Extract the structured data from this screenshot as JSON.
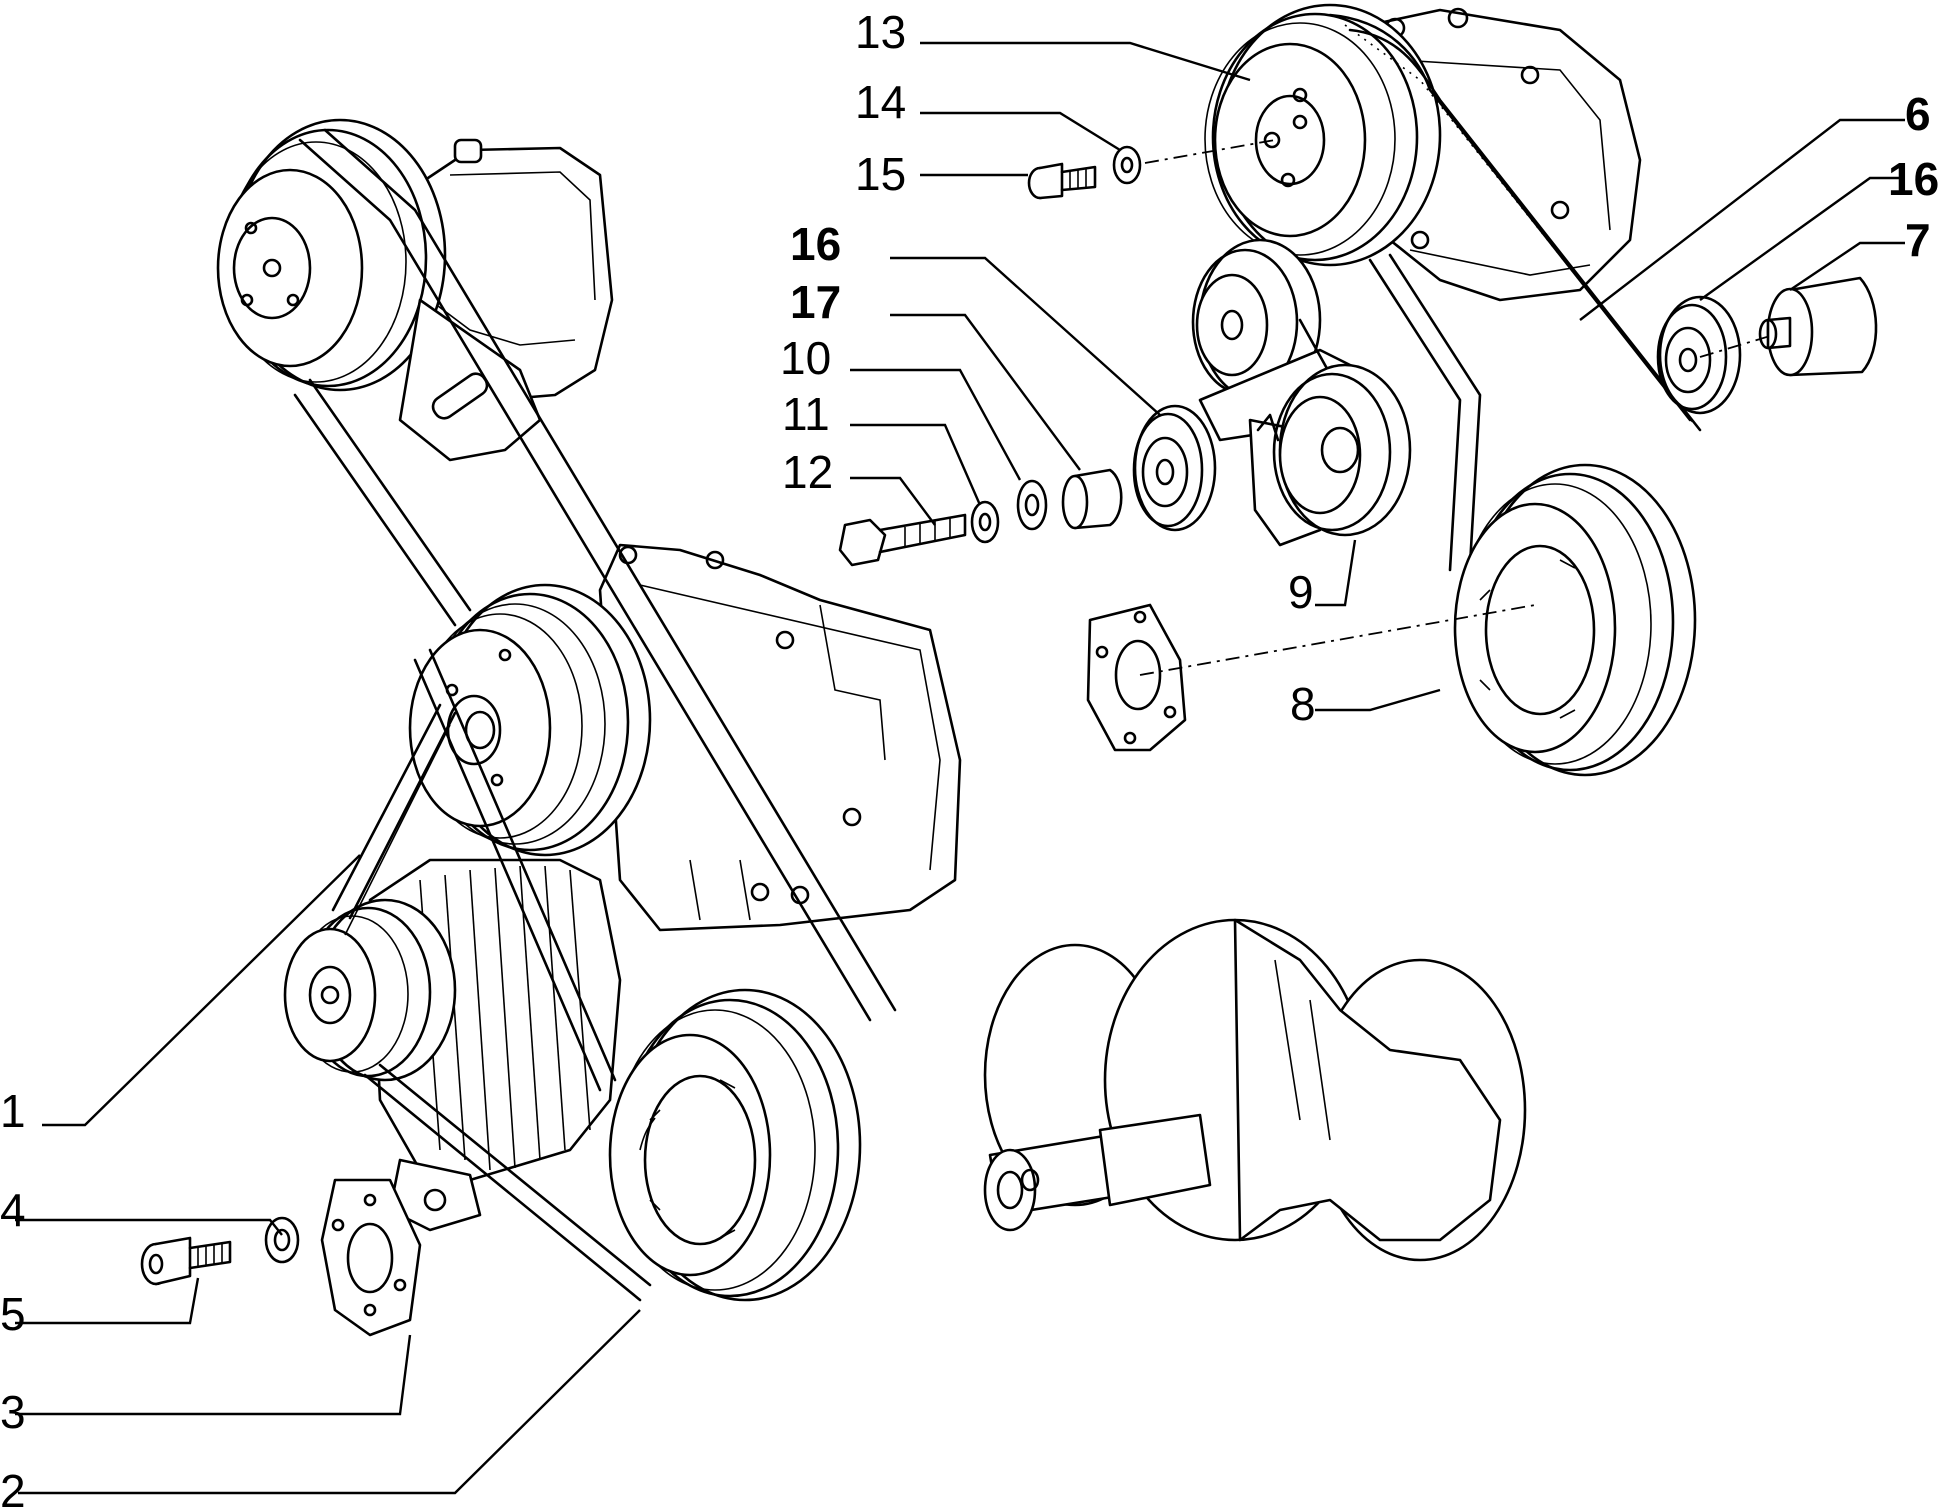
{
  "callouts": [
    {
      "id": "c1",
      "text": "1",
      "bold": false
    },
    {
      "id": "c2",
      "text": "2",
      "bold": false
    },
    {
      "id": "c3",
      "text": "3",
      "bold": false
    },
    {
      "id": "c4",
      "text": "4",
      "bold": false
    },
    {
      "id": "c5",
      "text": "5",
      "bold": false
    },
    {
      "id": "c6",
      "text": "6",
      "bold": true
    },
    {
      "id": "c7",
      "text": "7",
      "bold": true
    },
    {
      "id": "c8",
      "text": "8",
      "bold": false
    },
    {
      "id": "c9",
      "text": "9",
      "bold": false
    },
    {
      "id": "c10",
      "text": "10",
      "bold": false
    },
    {
      "id": "c11",
      "text": "11",
      "bold": false
    },
    {
      "id": "c12",
      "text": "12",
      "bold": false
    },
    {
      "id": "c13",
      "text": "13",
      "bold": false
    },
    {
      "id": "c14",
      "text": "14",
      "bold": false
    },
    {
      "id": "c15",
      "text": "15",
      "bold": false
    },
    {
      "id": "c16a",
      "text": "16",
      "bold": true
    },
    {
      "id": "c16b",
      "text": "16",
      "bold": true
    },
    {
      "id": "c17",
      "text": "17",
      "bold": true
    }
  ]
}
